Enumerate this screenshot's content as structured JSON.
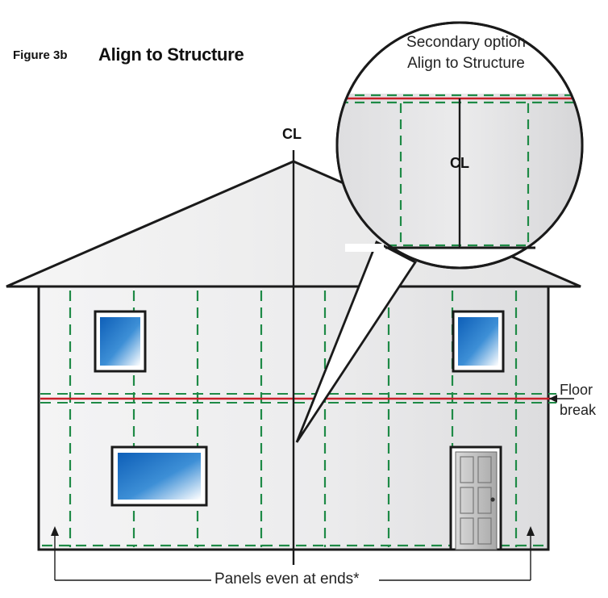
{
  "figure": {
    "number": "Figure 3b",
    "title": "Align to Structure"
  },
  "callout": {
    "line1": "Secondary option",
    "line2": "Align to Structure",
    "centerline_label": "CL"
  },
  "centerline_label": "CL",
  "floor_break": {
    "line1": "Floor",
    "line2": "break"
  },
  "panels_note": "Panels even at ends*",
  "colors": {
    "panel_seam_dashes": "#1e8a46",
    "floor_break_line": "#c8202a",
    "wall_fill": "#ebebec",
    "roof_fill": "#f0f0f0",
    "window_glass": "#1f73c4",
    "outline": "#1a1a1a"
  },
  "icons": {
    "door": "door-icon",
    "window": "window-icon",
    "arrow_up": "arrow-up-icon",
    "arrow_left": "arrow-left-icon"
  }
}
